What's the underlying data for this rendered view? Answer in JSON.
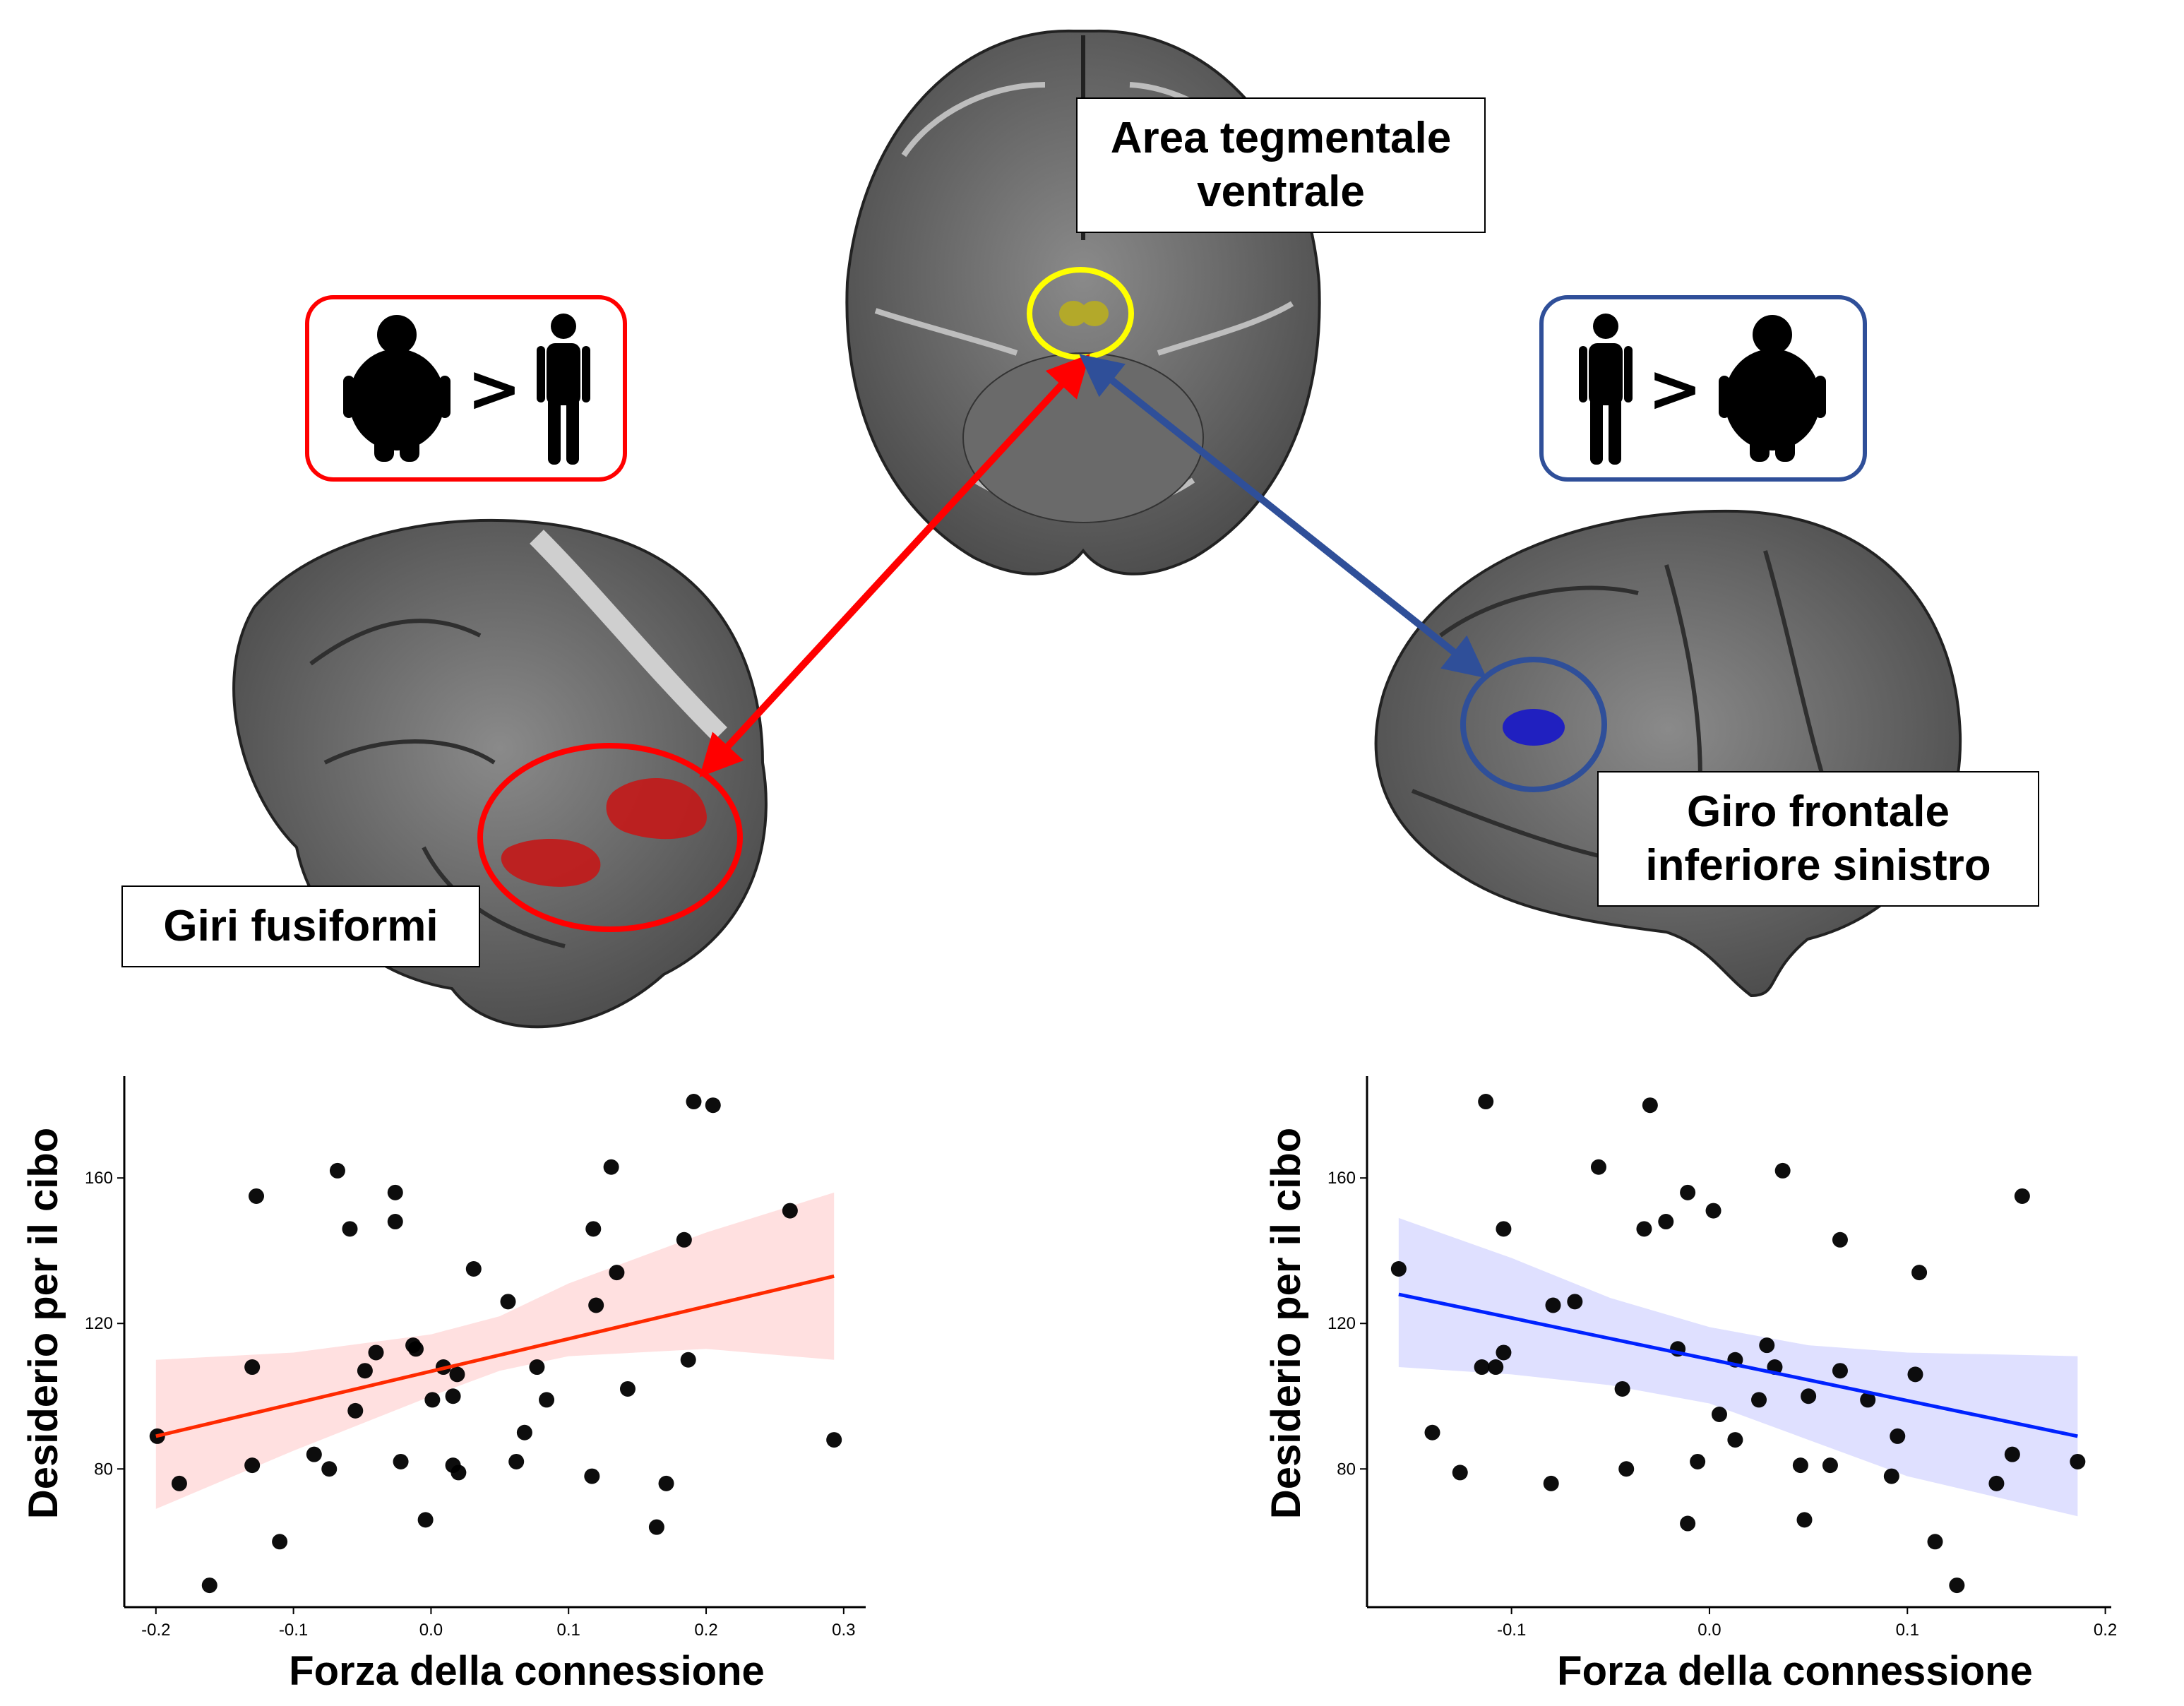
{
  "labels": {
    "vta": "Area tegmentale ventrale",
    "fusiform": "Giri fusiformi",
    "ifg": "Giro frontale inferiore sinistro",
    "gt_symbol": ">"
  },
  "colors": {
    "red": "#ff0000",
    "blue": "#2f4f99",
    "yellow": "#ffff00",
    "red_line": "#ff2a00",
    "blue_line": "#0022ff",
    "red_band": "#ffe0e0",
    "blue_band": "#dfe0ff"
  },
  "chart_data": [
    {
      "type": "scatter",
      "title": "",
      "xlabel": "Forza della connessione",
      "ylabel": "Desiderio per il cibo",
      "xlim": [
        -0.223,
        0.316
      ],
      "ylim": [
        42,
        188
      ],
      "xticks": [
        -0.2,
        -0.1,
        0.0,
        0.1,
        0.2,
        0.3
      ],
      "xtick_labels": [
        "-0.2",
        "-0.1",
        "0.0",
        "0.1",
        "0.2",
        "0.3"
      ],
      "yticks": [
        80,
        120,
        160
      ],
      "ytick_labels": [
        "80",
        "120",
        "160"
      ],
      "grid": false,
      "points": [
        [
          -0.199,
          89
        ],
        [
          -0.183,
          76
        ],
        [
          -0.161,
          48
        ],
        [
          -0.127,
          155
        ],
        [
          -0.13,
          108
        ],
        [
          -0.13,
          81
        ],
        [
          -0.11,
          60
        ],
        [
          -0.085,
          84
        ],
        [
          -0.074,
          80
        ],
        [
          -0.068,
          162
        ],
        [
          -0.059,
          146
        ],
        [
          -0.055,
          96
        ],
        [
          -0.048,
          107
        ],
        [
          -0.04,
          112
        ],
        [
          -0.026,
          156
        ],
        [
          -0.026,
          148
        ],
        [
          -0.022,
          82
        ],
        [
          -0.013,
          114
        ],
        [
          -0.011,
          113
        ],
        [
          -0.004,
          66
        ],
        [
          0.001,
          99
        ],
        [
          0.009,
          108
        ],
        [
          0.016,
          81
        ],
        [
          0.016,
          100
        ],
        [
          0.019,
          106
        ],
        [
          0.02,
          79
        ],
        [
          0.031,
          135
        ],
        [
          0.056,
          126
        ],
        [
          0.062,
          82
        ],
        [
          0.068,
          90
        ],
        [
          0.077,
          108
        ],
        [
          0.084,
          99
        ],
        [
          0.117,
          78
        ],
        [
          0.118,
          146
        ],
        [
          0.12,
          125
        ],
        [
          0.131,
          163
        ],
        [
          0.135,
          134
        ],
        [
          0.143,
          102
        ],
        [
          0.164,
          64
        ],
        [
          0.171,
          76
        ],
        [
          0.184,
          143
        ],
        [
          0.187,
          110
        ],
        [
          0.191,
          181
        ],
        [
          0.205,
          180
        ],
        [
          0.261,
          151
        ],
        [
          0.293,
          88
        ]
      ],
      "fit": {
        "x": [
          -0.2,
          0.293
        ],
        "y": [
          89,
          133
        ]
      },
      "ci_band": {
        "x": [
          -0.2,
          -0.1,
          0.0,
          0.05,
          0.1,
          0.2,
          0.293
        ],
        "lower": [
          69,
          85,
          100,
          107,
          111,
          113,
          110
        ],
        "upper": [
          110,
          112,
          117,
          122,
          131,
          145,
          156
        ]
      }
    },
    {
      "type": "scatter",
      "title": "",
      "xlabel": "Forza della connessione",
      "ylabel": "Desiderio per il cibo",
      "xlim": [
        -0.173,
        0.203
      ],
      "ylim": [
        42,
        188
      ],
      "xticks": [
        -0.1,
        0.0,
        0.1,
        0.2
      ],
      "xtick_labels": [
        "-0.1",
        "0.0",
        "0.1",
        "0.2"
      ],
      "yticks": [
        80,
        120,
        160
      ],
      "ytick_labels": [
        "80",
        "120",
        "160"
      ],
      "grid": false,
      "points": [
        [
          -0.157,
          135
        ],
        [
          -0.14,
          90
        ],
        [
          -0.126,
          79
        ],
        [
          -0.113,
          181
        ],
        [
          -0.115,
          108
        ],
        [
          -0.108,
          108
        ],
        [
          -0.104,
          112
        ],
        [
          -0.104,
          146
        ],
        [
          -0.08,
          76
        ],
        [
          -0.079,
          125
        ],
        [
          -0.068,
          126
        ],
        [
          -0.056,
          163
        ],
        [
          -0.044,
          102
        ],
        [
          -0.042,
          80
        ],
        [
          -0.033,
          146
        ],
        [
          -0.03,
          180
        ],
        [
          -0.022,
          148
        ],
        [
          -0.016,
          113
        ],
        [
          -0.011,
          156
        ],
        [
          -0.011,
          65
        ],
        [
          -0.006,
          82
        ],
        [
          0.002,
          151
        ],
        [
          0.005,
          95
        ],
        [
          0.013,
          110
        ],
        [
          0.013,
          88
        ],
        [
          0.025,
          99
        ],
        [
          0.029,
          114
        ],
        [
          0.033,
          108
        ],
        [
          0.037,
          162
        ],
        [
          0.046,
          81
        ],
        [
          0.048,
          66
        ],
        [
          0.05,
          100
        ],
        [
          0.061,
          81
        ],
        [
          0.066,
          143
        ],
        [
          0.066,
          107
        ],
        [
          0.08,
          99
        ],
        [
          0.092,
          78
        ],
        [
          0.095,
          89
        ],
        [
          0.104,
          106
        ],
        [
          0.106,
          134
        ],
        [
          0.114,
          60
        ],
        [
          0.125,
          48
        ],
        [
          0.145,
          76
        ],
        [
          0.153,
          84
        ],
        [
          0.158,
          155
        ],
        [
          0.186,
          82
        ]
      ],
      "fit": {
        "x": [
          -0.157,
          0.186
        ],
        "y": [
          128,
          89
        ]
      },
      "ci_band": {
        "x": [
          -0.157,
          -0.1,
          -0.05,
          0.0,
          0.05,
          0.1,
          0.186
        ],
        "lower": [
          108,
          106,
          103,
          98,
          88,
          78,
          67
        ],
        "upper": [
          149,
          138,
          127,
          119,
          114,
          112,
          111
        ]
      }
    }
  ]
}
